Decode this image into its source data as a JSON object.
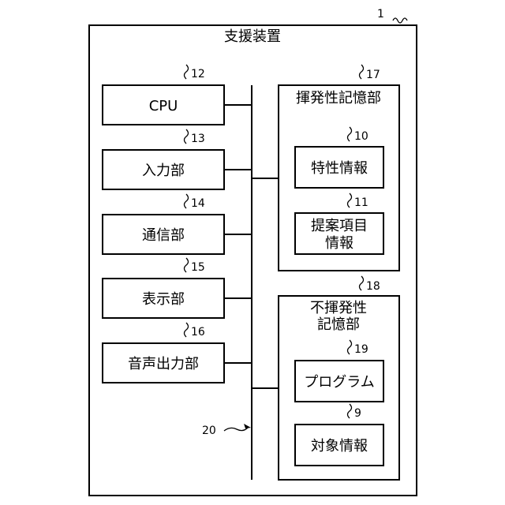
{
  "device": {
    "ref": "1",
    "title": "支援装置"
  },
  "bus": {
    "ref": "20"
  },
  "left_units": [
    {
      "ref": "12",
      "label": "CPU"
    },
    {
      "ref": "13",
      "label": "入力部"
    },
    {
      "ref": "14",
      "label": "通信部"
    },
    {
      "ref": "15",
      "label": "表示部"
    },
    {
      "ref": "16",
      "label": "音声出力部"
    }
  ],
  "volatile_storage": {
    "ref": "17",
    "title": "揮発性記憶部",
    "items": [
      {
        "ref": "10",
        "label_lines": [
          "特性情報"
        ]
      },
      {
        "ref": "11",
        "label_lines": [
          "提案項目",
          "情報"
        ]
      }
    ]
  },
  "nonvolatile_storage": {
    "ref": "18",
    "title_lines": [
      "不揮発性",
      "記憶部"
    ],
    "items": [
      {
        "ref": "19",
        "label_lines": [
          "プログラム"
        ]
      },
      {
        "ref": "9",
        "label_lines": [
          "対象情報"
        ]
      }
    ]
  }
}
